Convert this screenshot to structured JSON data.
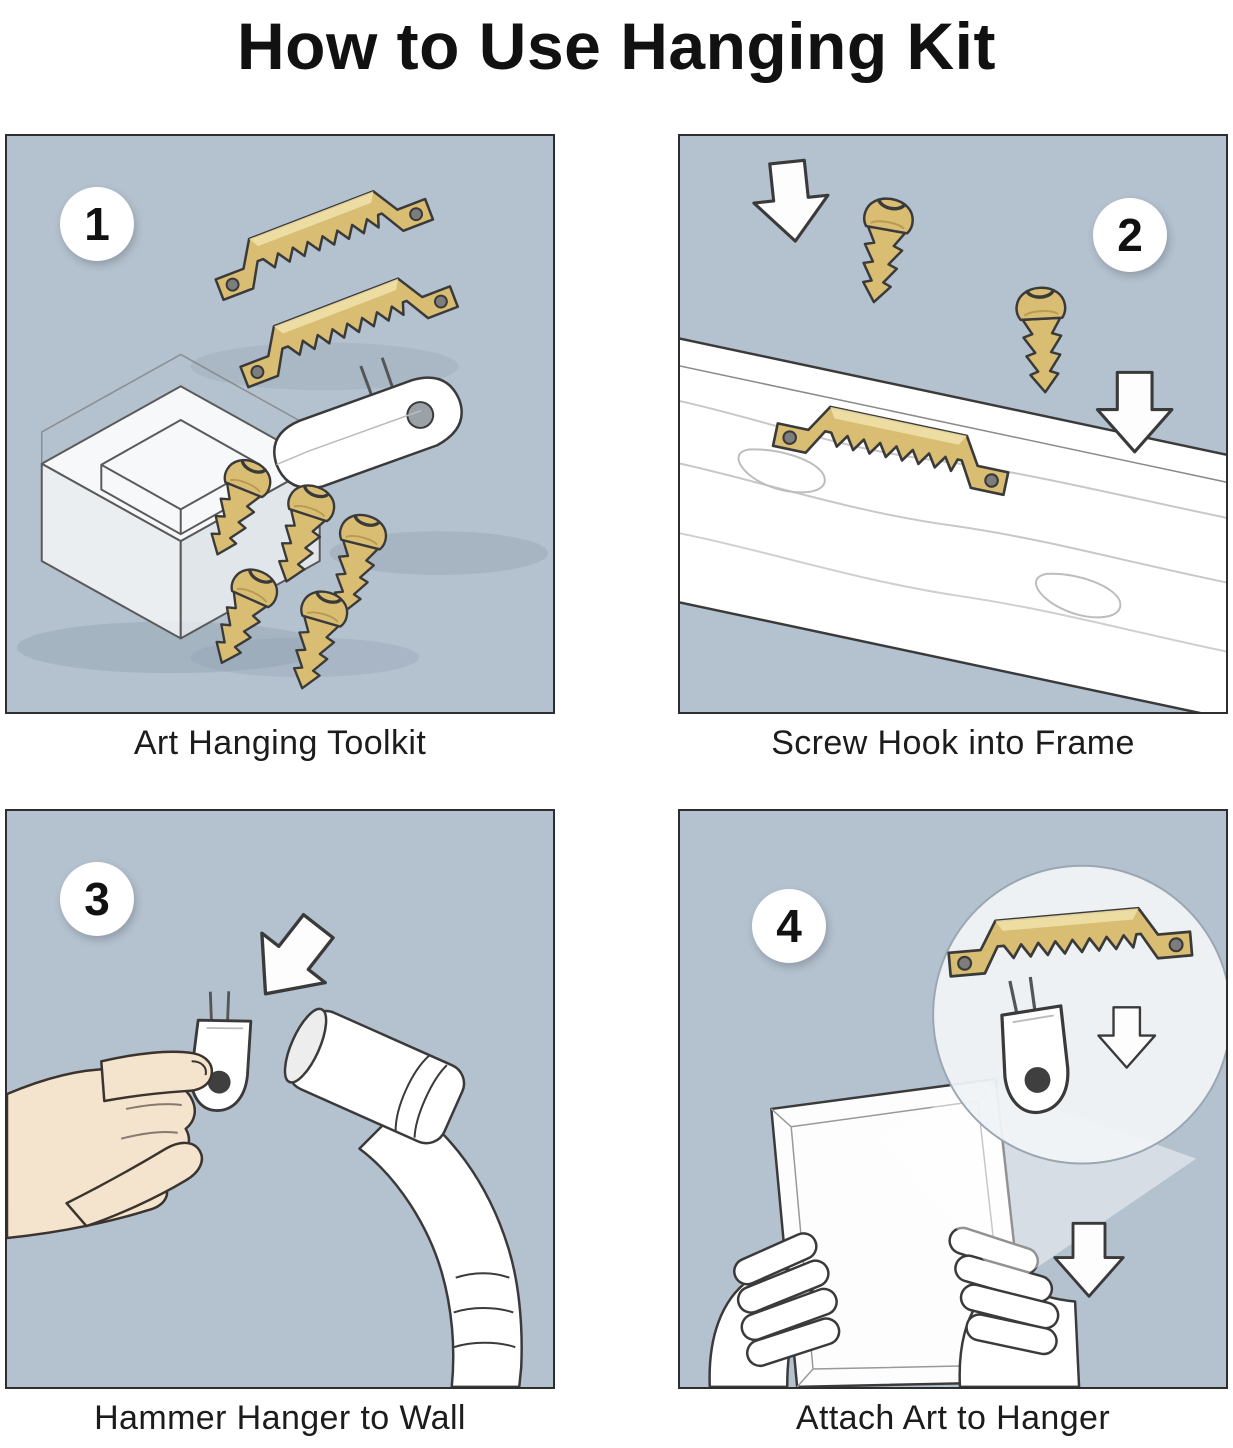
{
  "title": "How to Use Hanging Kit",
  "panels": [
    {
      "number": "1",
      "caption": "Art Hanging Toolkit"
    },
    {
      "number": "2",
      "caption": "Screw Hook into Frame"
    },
    {
      "number": "3",
      "caption": "Hammer Hanger to Wall"
    },
    {
      "number": "4",
      "caption": "Attach Art to Hanger"
    }
  ],
  "colors": {
    "panel_background": "#b4c1ce",
    "brass": "#d8bd72",
    "brass_highlight": "#efe0a8",
    "outline": "#3a3a3a",
    "skin": "#f4e3cd",
    "paper": "#ffffff"
  }
}
